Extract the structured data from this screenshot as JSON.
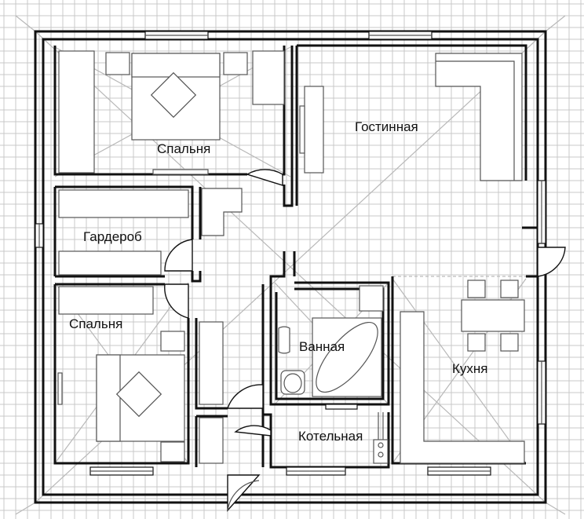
{
  "rooms": {
    "bedroom_top": "Спальня",
    "living": "Гостинная",
    "wardrobe": "Гардероб",
    "bedroom_bottom": "Спальня",
    "bathroom": "Ванная",
    "kitchen": "Кухня",
    "boiler": "Котельная"
  },
  "colors": {
    "wall": "#111111",
    "grid": "#c9c9c9",
    "furniture": "#555555",
    "background": "#ffffff"
  }
}
